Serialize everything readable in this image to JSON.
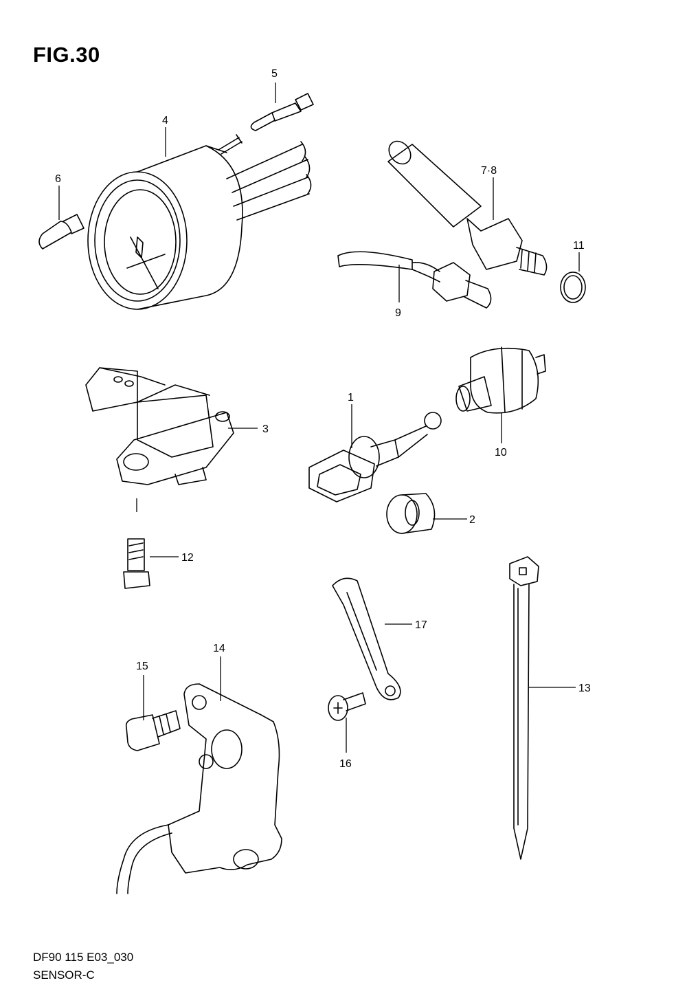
{
  "figure": {
    "title": "FIG.30",
    "code": "DF90 115 E03_030",
    "subtitle": "SENSOR-C"
  },
  "callouts": [
    "1",
    "2",
    "3",
    "4",
    "5",
    "6",
    "7·8",
    "9",
    "10",
    "11",
    "12",
    "13",
    "14",
    "15",
    "16",
    "17"
  ]
}
